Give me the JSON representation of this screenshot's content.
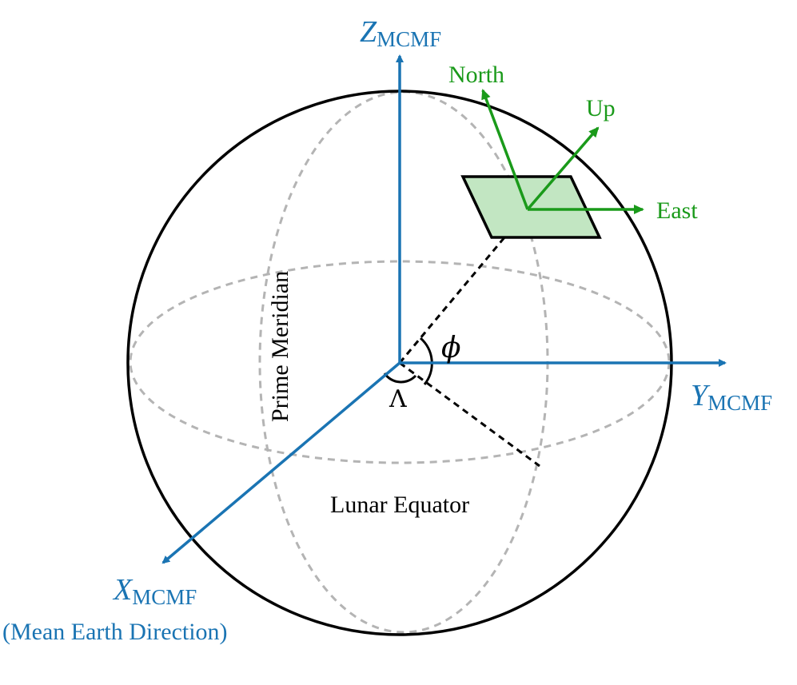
{
  "axes": {
    "z": {
      "symbol": "Z",
      "subscript": "MCMF"
    },
    "y": {
      "symbol": "Y",
      "subscript": "MCMF"
    },
    "x": {
      "symbol": "X",
      "subscript": "MCMF",
      "note": "(Mean Earth Direction)"
    }
  },
  "local_frame": {
    "north": "North",
    "up": "Up",
    "east": "East"
  },
  "angles": {
    "latitude": "ϕ",
    "longitude": "Λ"
  },
  "labels": {
    "prime_meridian": "Prime Meridian",
    "lunar_equator": "Lunar Equator"
  },
  "colors": {
    "axis_blue": "#1a74b3",
    "frame_green": "#1a9a1a",
    "plane_fill": "#c2e6c2",
    "dashed_gray": "#b4b4b4",
    "outline_black": "#000000"
  }
}
